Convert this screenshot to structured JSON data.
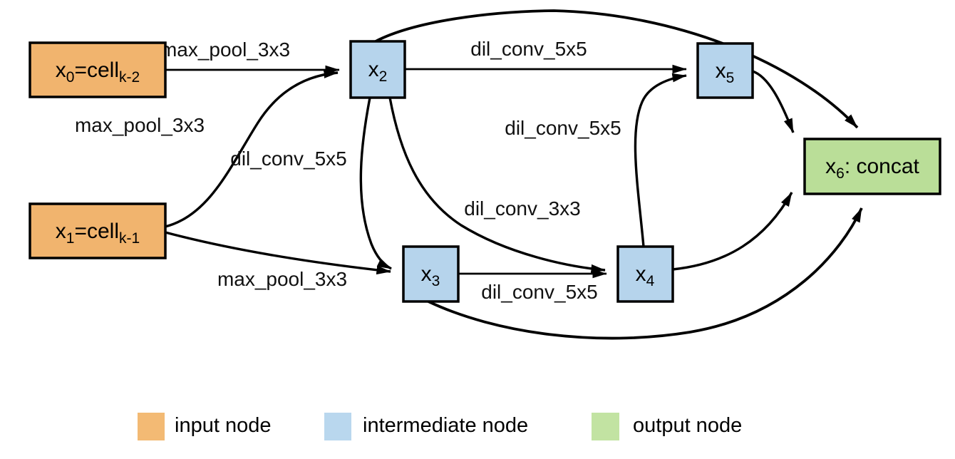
{
  "diagram": {
    "nodes": {
      "x0": {
        "parts": [
          "x",
          "0",
          "=cell",
          "k-2"
        ],
        "type": "input"
      },
      "x1": {
        "parts": [
          "x",
          "1",
          "=cell",
          "k-1"
        ],
        "type": "input"
      },
      "x2": {
        "parts": [
          "x",
          "2"
        ],
        "type": "intermediate"
      },
      "x3": {
        "parts": [
          "x",
          "3"
        ],
        "type": "intermediate"
      },
      "x4": {
        "parts": [
          "x",
          "4"
        ],
        "type": "intermediate"
      },
      "x5": {
        "parts": [
          "x",
          "5"
        ],
        "type": "intermediate"
      },
      "x6": {
        "parts": [
          "x",
          "6",
          ": concat"
        ],
        "type": "output"
      }
    },
    "edges": [
      {
        "from": "x0",
        "to": "x2",
        "op": "max_pool_3x3"
      },
      {
        "from": "x1",
        "to": "x2",
        "op": "max_pool_3x3"
      },
      {
        "from": "x1",
        "to": "x3",
        "op": "max_pool_3x3"
      },
      {
        "from": "x2",
        "to": "x3",
        "op": "dil_conv_5x5"
      },
      {
        "from": "x2",
        "to": "x4",
        "op": "dil_conv_3x3"
      },
      {
        "from": "x3",
        "to": "x4",
        "op": "dil_conv_5x5"
      },
      {
        "from": "x2",
        "to": "x5",
        "op": "dil_conv_5x5"
      },
      {
        "from": "x4",
        "to": "x5",
        "op": "dil_conv_5x5"
      },
      {
        "from": "x2",
        "to": "x6"
      },
      {
        "from": "x5",
        "to": "x6"
      },
      {
        "from": "x4",
        "to": "x6"
      },
      {
        "from": "x3",
        "to": "x6"
      }
    ],
    "colors": {
      "input": "#f1b46e",
      "intermediate": "#b6d4ec",
      "output": "#bade98",
      "edge": "#000000"
    }
  },
  "legend": {
    "items": [
      {
        "label": "input node",
        "color": "#f3ba74"
      },
      {
        "label": "intermediate node",
        "color": "#b9d7ee"
      },
      {
        "label": "output node",
        "color": "#c2e3a2"
      }
    ]
  }
}
